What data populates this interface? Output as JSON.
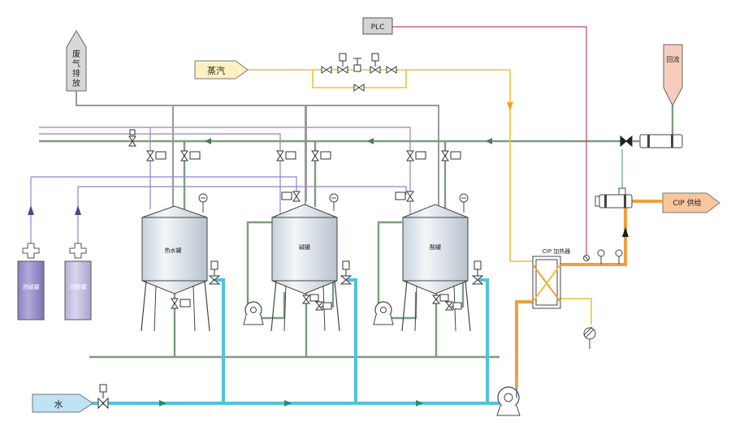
{
  "labels": {
    "plc": "PLC",
    "exhaust": [
      "废",
      "气",
      "排",
      "放"
    ],
    "steam": "蒸汽",
    "return": "回流",
    "cip_supply": "CIP 供给",
    "cip_heater": "CIP 加热器",
    "water": "水",
    "hot_water_tank": "热水罐",
    "alkali_tank": "碱罐",
    "acid_tank": "酸罐",
    "conc_alkali": "浓碱罐",
    "conc_acid": "浓酸罐"
  },
  "colors": {
    "green_pipe": "#7d9d7d",
    "grey_pipe": "#9a9a9a",
    "purple_pipe": "#8d84cc",
    "yellow_pipe": "#f2c232",
    "cyan_pipe": "#4fc3dc",
    "orange_pipe": "#f0a040",
    "magenta_pipe": "#c0407a",
    "tank_fill": "#e4ebf2",
    "steam_box": "#fbf1c2",
    "water_box": "#bfe2f4",
    "return_box": "#f6cdbd",
    "cip_box": "#f7c69c",
    "conc_tank": "#9b8fc8"
  }
}
